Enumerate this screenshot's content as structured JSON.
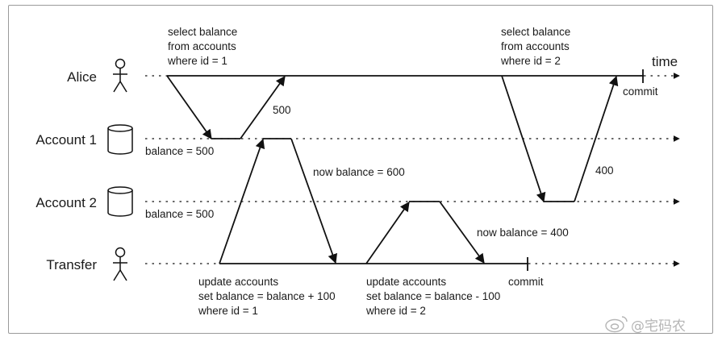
{
  "rows": {
    "alice": "Alice",
    "account1": "Account 1",
    "account2": "Account 2",
    "transfer": "Transfer"
  },
  "time_label": "time",
  "alice_query1": [
    "select balance",
    "from accounts",
    "where id = 1"
  ],
  "alice_query2": [
    "select balance",
    "from accounts",
    "where id = 2"
  ],
  "commit_label": "commit",
  "account1_balance": "balance = 500",
  "account2_balance": "balance = 500",
  "alice_read1_value": "500",
  "alice_read2_value": "400",
  "account1_new_balance": "now balance = 600",
  "account2_new_balance": "now balance = 400",
  "transfer_update1": [
    "update accounts",
    "set balance = balance + 100",
    "where id = 1"
  ],
  "transfer_update2": [
    "update accounts",
    "set balance = balance - 100",
    "where id = 2"
  ],
  "transfer_commit_label": "commit",
  "watermark": "@宅码农"
}
